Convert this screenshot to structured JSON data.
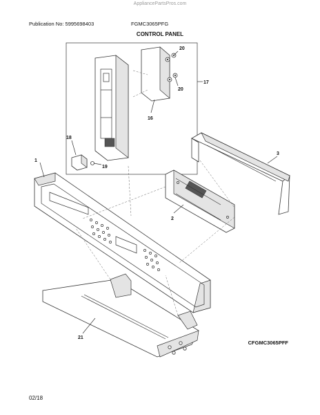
{
  "header": {
    "watermark": "AppliancePartsPros.com",
    "publication": "Publication No: 5995698403",
    "model": "FGMC3065PFG",
    "section_title": "CONTROL PANEL"
  },
  "callouts": [
    "1",
    "2",
    "3",
    "16",
    "17",
    "18",
    "19",
    "20",
    "20",
    "21"
  ],
  "footer": {
    "diagram_ref": "CFGMC3065PFF",
    "date": "02/18"
  }
}
